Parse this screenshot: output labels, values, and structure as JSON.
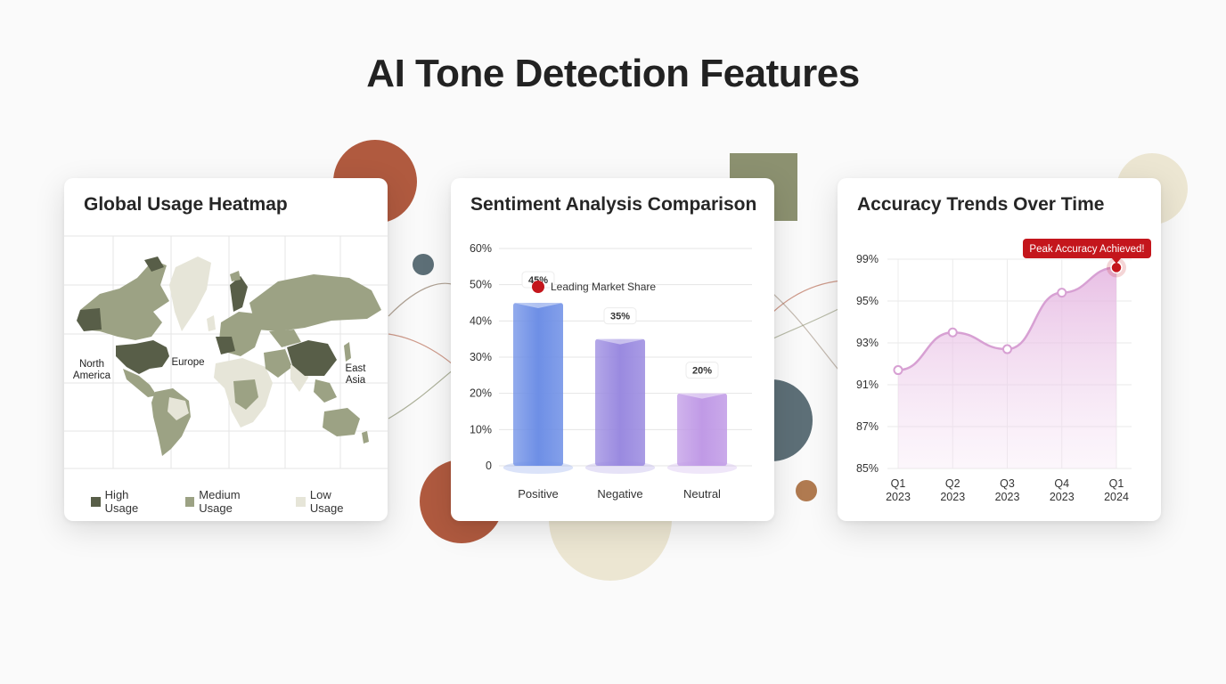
{
  "page": {
    "title": "AI Tone Detection Features"
  },
  "colors": {
    "high": "#585e48",
    "medium": "#9ca284",
    "low": "#e6e5d8",
    "terracotta": "#b05a3f",
    "olive": "#8c9170",
    "slate": "#5d6f77",
    "cream": "#ece6d2",
    "accent_red": "#c4161c",
    "line_pink": "#d7a0d3"
  },
  "heatmap": {
    "title": "Global Usage Heatmap",
    "region_labels": {
      "north_america": [
        "North",
        "America"
      ],
      "europe": "Europe",
      "east_asia": [
        "East",
        "Asia"
      ]
    },
    "legend": [
      {
        "label": "High Usage",
        "color": "#585e48"
      },
      {
        "label": "Medium Usage",
        "color": "#9ca284"
      },
      {
        "label": "Low Usage",
        "color": "#e6e5d8"
      }
    ]
  },
  "chart_data": [
    {
      "type": "bar",
      "title": "Sentiment Analysis Comparison",
      "categories": [
        "Positive",
        "Negative",
        "Neutral"
      ],
      "values": [
        45,
        35,
        20
      ],
      "data_labels": [
        "45%",
        "35%",
        "20%"
      ],
      "y_ticks": [
        "0",
        "10%",
        "20%",
        "30%",
        "40%",
        "50%",
        "60%"
      ],
      "ylim": [
        0,
        60
      ],
      "grid": true,
      "annotation": "Leading Market Share",
      "bar_colors": [
        "#6e8fe6",
        "#9a8ae0",
        "#c09ae6"
      ]
    },
    {
      "type": "area",
      "title": "Accuracy Trends Over Time",
      "categories": [
        "Q1 2023",
        "Q2 2023",
        "Q3 2023",
        "Q4 2023",
        "Q1 2024"
      ],
      "x_tick_lines": [
        [
          "Q1",
          "2023"
        ],
        [
          "Q2",
          "2023"
        ],
        [
          "Q3",
          "2023"
        ],
        [
          "Q4",
          "2023"
        ],
        [
          "Q1",
          "2024"
        ]
      ],
      "y_ticks": [
        "85%",
        "87%",
        "91%",
        "93%",
        "95%",
        "99%"
      ],
      "values": [
        91.7,
        93.5,
        92.7,
        95.8,
        98.2
      ],
      "grid": true,
      "annotation": "Peak Accuracy Achieved!"
    }
  ]
}
